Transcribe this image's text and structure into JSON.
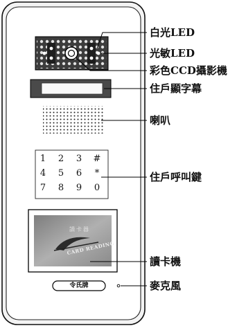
{
  "callouts": {
    "white_led": "白光LED",
    "light_sensor_led": "光敏LED",
    "color_ccd_camera": "彩色CCD攝影機",
    "resident_display": "住戶顯字幕",
    "speaker": "喇叭",
    "resident_call_keys": "住戶呼叫鍵",
    "card_reader": "讀卡機",
    "microphone": "麥克風"
  },
  "keypad": {
    "keys": [
      "1",
      "2",
      "3",
      "#",
      "4",
      "5",
      "6",
      "*",
      "7",
      "8",
      "9",
      "0"
    ]
  },
  "brand_plate": {
    "text": "令氏牌"
  },
  "card": {
    "script_text": "CARD READING",
    "chars": "讀卡器"
  },
  "colors": {
    "panel_face": "#ffffff",
    "outline": "#111111",
    "card_gray": "#9a9a9a"
  }
}
